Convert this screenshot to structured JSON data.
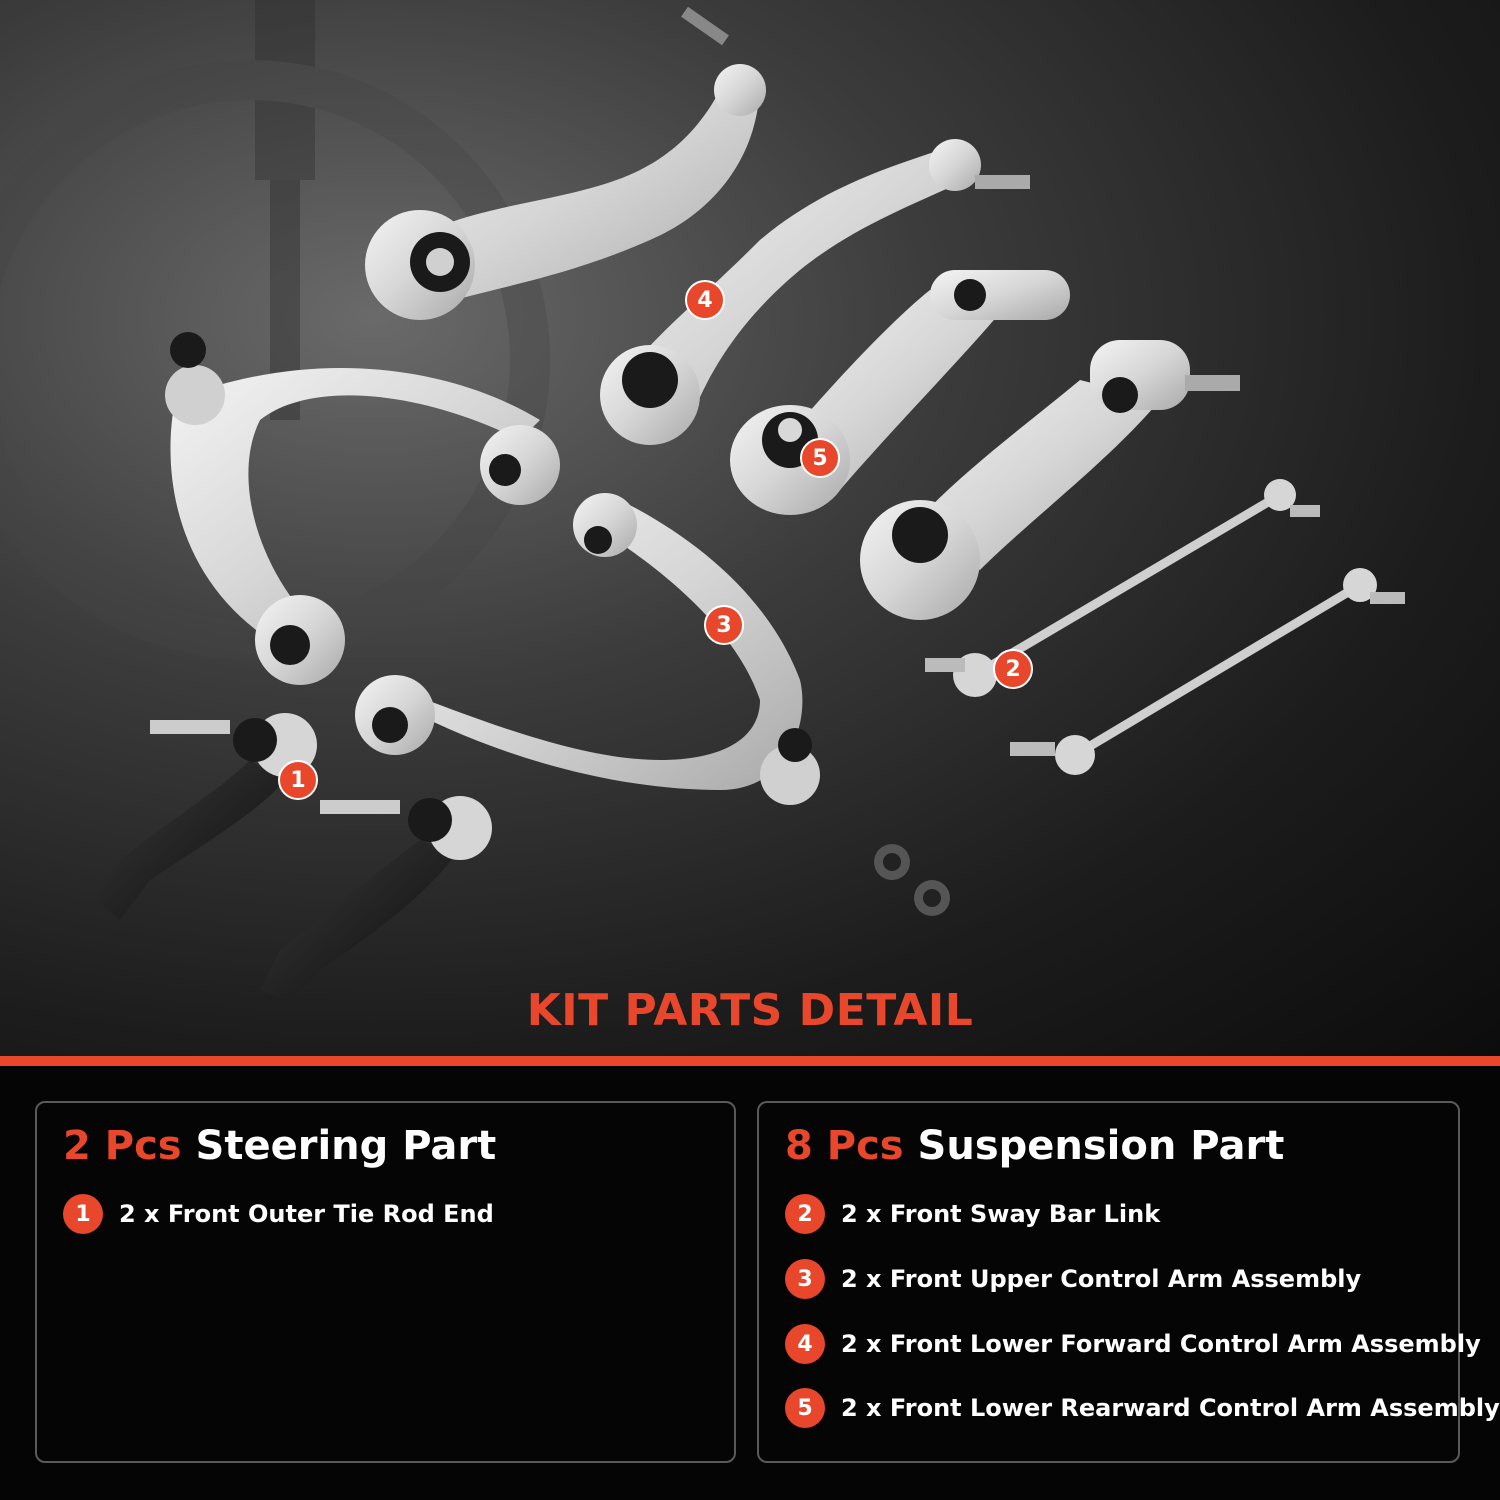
{
  "title": "KIT PARTS DETAIL",
  "callouts": [
    "1",
    "2",
    "3",
    "4",
    "5"
  ],
  "steering": {
    "qty": "2 Pcs",
    "label": "Steering Part",
    "items": [
      {
        "num": "1",
        "text": "2 x Front Outer Tie Rod End"
      }
    ]
  },
  "suspension": {
    "qty": "8 Pcs",
    "label": "Suspension Part",
    "items": [
      {
        "num": "2",
        "text": "2 x Front Sway Bar Link"
      },
      {
        "num": "3",
        "text": "2 x Front Upper Control Arm Assembly"
      },
      {
        "num": "4",
        "text": "2 x Front Lower Forward Control Arm Assembly"
      },
      {
        "num": "5",
        "text": "2 x Front Lower Rearward Control Arm Assembly"
      }
    ]
  },
  "colors": {
    "accent": "#e8472b",
    "background": "#0a0a0a",
    "part_silver": "#d8d8d8",
    "part_black": "#1a1a1a"
  }
}
